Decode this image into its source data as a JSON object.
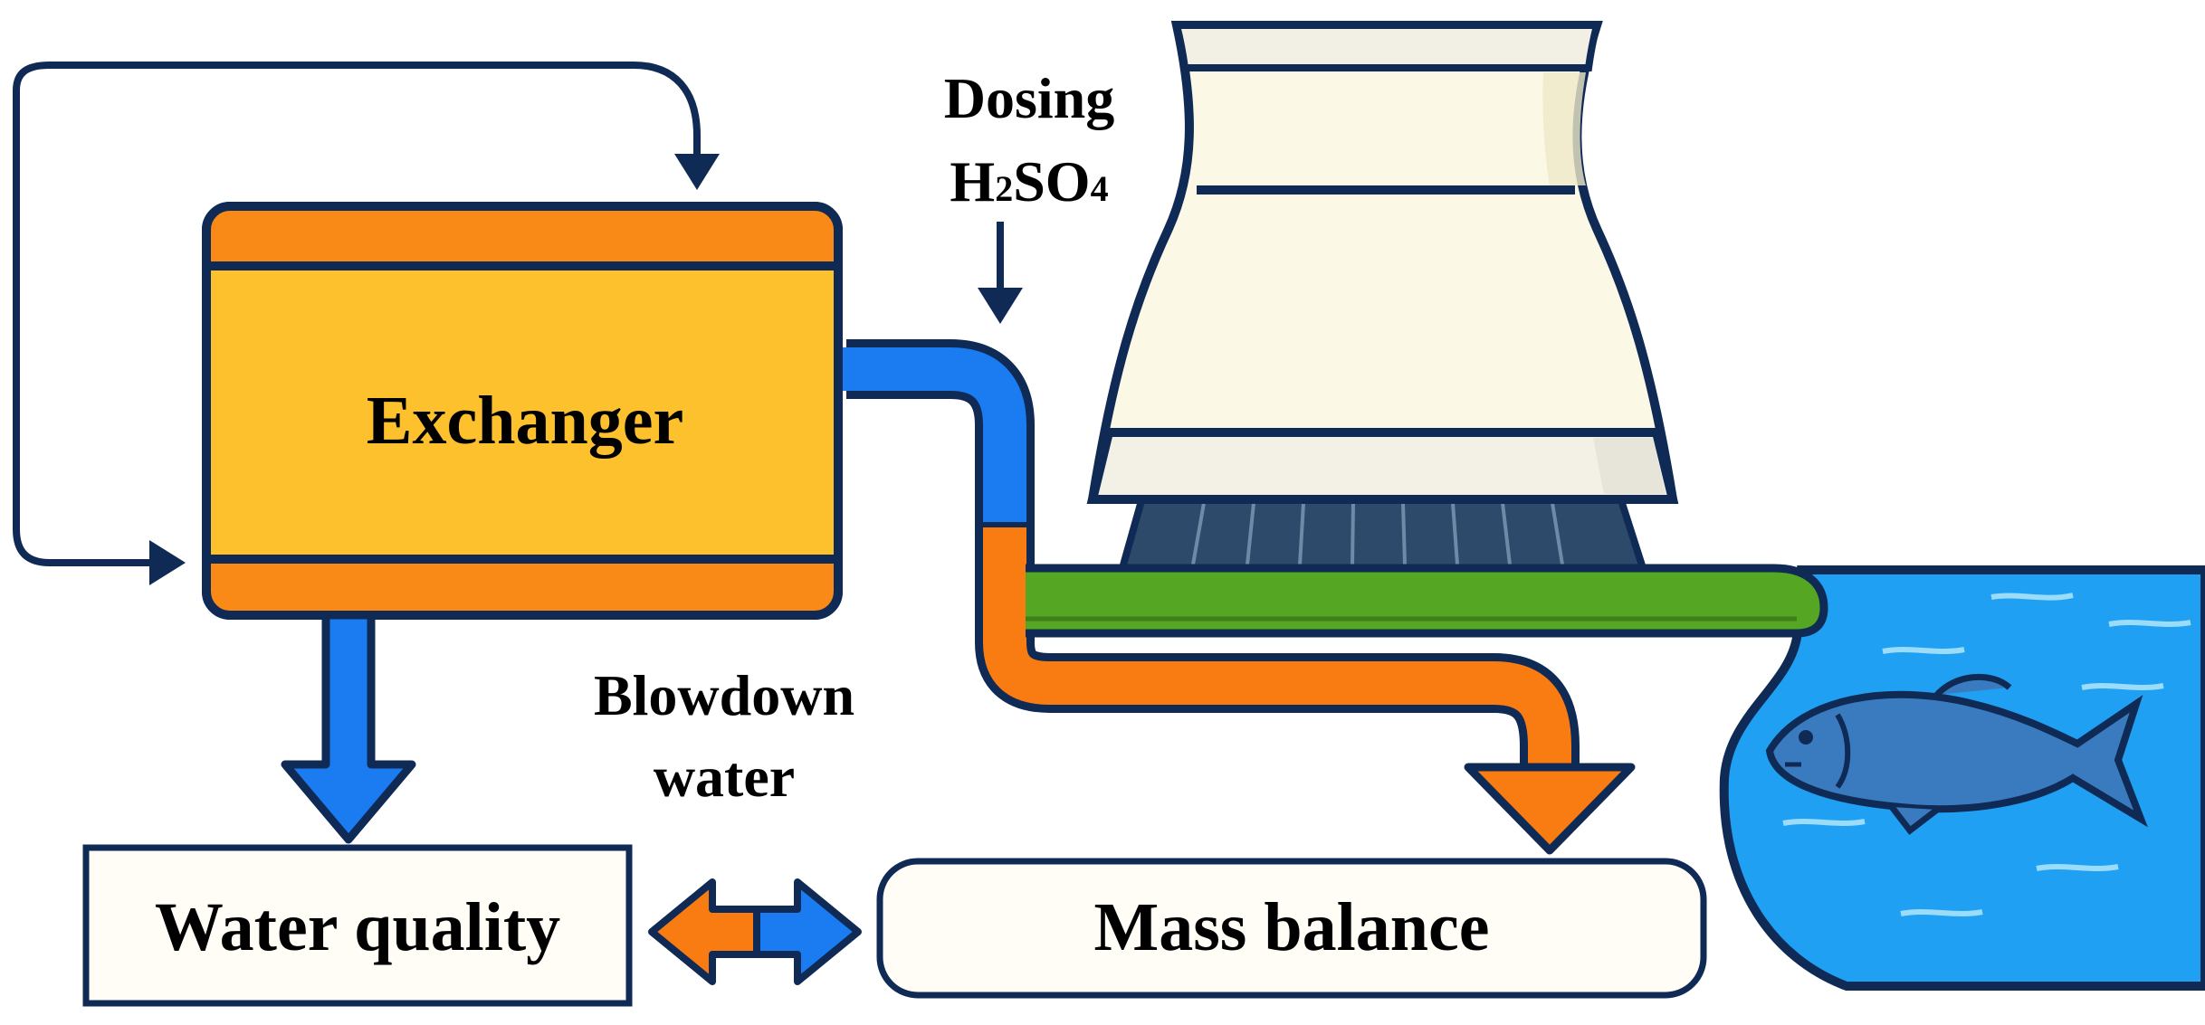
{
  "labels": {
    "exchanger": "Exchanger",
    "dosing_line1": "Dosing",
    "dosing_h": "H",
    "dosing_sub2": "2",
    "dosing_so": "SO",
    "dosing_sub4": "4",
    "blowdown_line1": "Blowdown",
    "blowdown_line2": "water",
    "water_quality": "Water quality",
    "mass_balance": "Mass balance"
  },
  "colors": {
    "outline": "#0f2a55",
    "exchanger_body": "#fcc12d",
    "exchanger_band": "#f98a17",
    "pipe_blue": "#1a7cf0",
    "pipe_orange": "#f87c12",
    "pipe_green": "#55a623",
    "tower_body": "#fbf8e6",
    "tower_band": "#f3f1e6",
    "tower_base": "#2d4a6b",
    "water": "#1fa0f2",
    "fish": "#3a7bc0",
    "box_fill": "#fffdf5"
  },
  "icons": [
    "recycle-arrow-icon",
    "dosing-arrow-icon",
    "fish-icon",
    "double-arrow-icon"
  ]
}
